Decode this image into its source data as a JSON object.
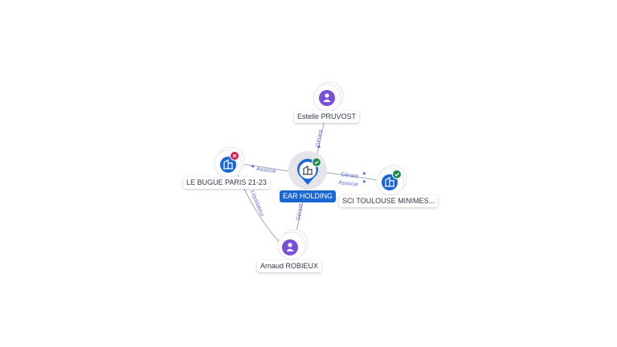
{
  "colors": {
    "edge": "#a3a8b3",
    "edge_label": "#5b6fd6",
    "person": "#7a4fd9",
    "company": "#1a66d2",
    "status_ok": "#1f8a4c",
    "status_closed": "#d91c4a"
  },
  "nodes": {
    "center": {
      "label": "EAR HOLDING",
      "icon": "building-icon",
      "status": "active"
    },
    "estelle": {
      "label": "Estelle PRUVOST",
      "icon": "person-icon"
    },
    "lebugue": {
      "label": "LE BUGUE PARIS 21-23",
      "icon": "building-icon",
      "status": "closed"
    },
    "sci": {
      "label": "SCI TOULOUSE MINIMES...",
      "icon": "building-icon",
      "status": "active"
    },
    "arnaud": {
      "label": "Arnaud ROBIEUX",
      "icon": "person-icon"
    }
  },
  "edges": {
    "estelle_center": "Gérant",
    "center_lebugue": "Associé",
    "center_sci_1": "Gérant",
    "center_sci_2": "Associé",
    "arnaud_center": "Gérant",
    "arnaud_lebugue": "Liquidateur"
  }
}
